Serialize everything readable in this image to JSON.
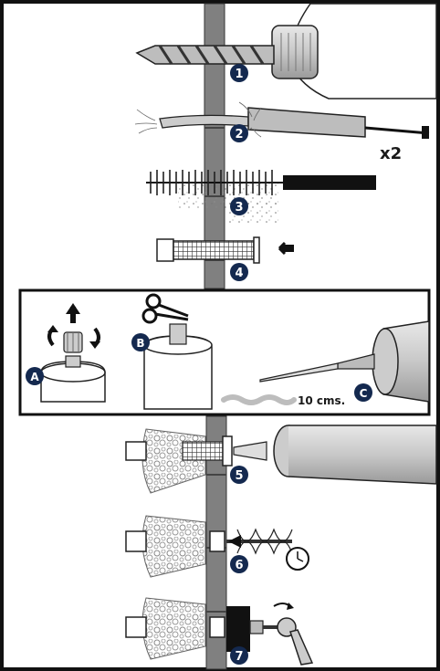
{
  "steps": [
    {
      "id": "1"
    },
    {
      "id": "2",
      "note": "x2"
    },
    {
      "id": "3"
    },
    {
      "id": "4"
    },
    {
      "id": "5"
    },
    {
      "id": "6"
    },
    {
      "id": "7"
    }
  ],
  "sub_steps": [
    {
      "id": "A"
    },
    {
      "id": "B"
    },
    {
      "id": "C",
      "note": "10 cms."
    }
  ],
  "colors": {
    "frame": "#111111",
    "wall": "#808080",
    "badge": "#14294f",
    "tool_gray": "#b3b3b3"
  }
}
